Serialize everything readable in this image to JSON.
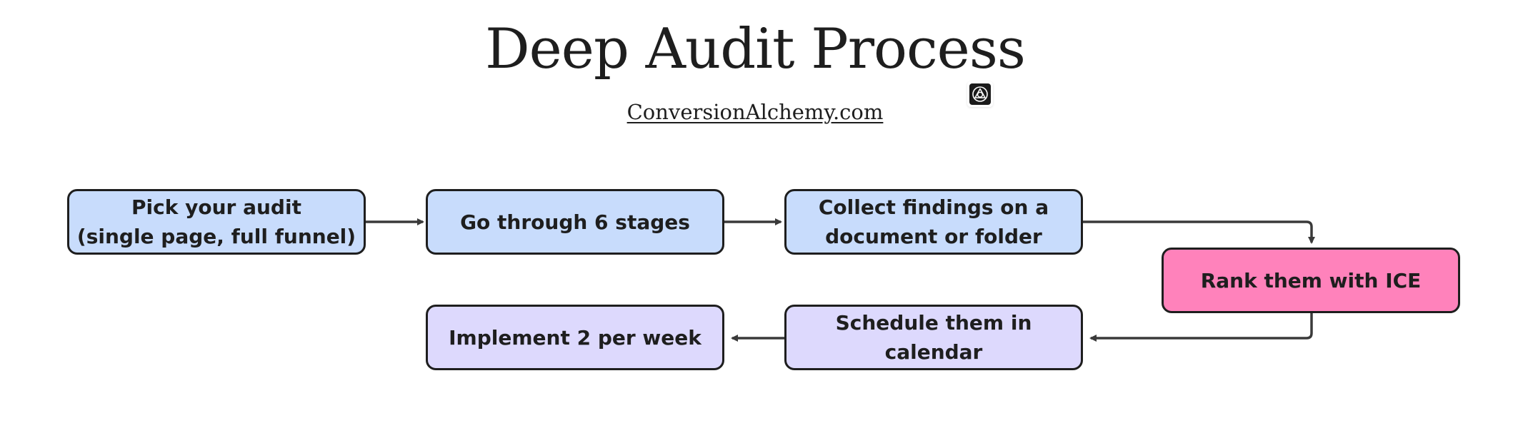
{
  "header": {
    "title": "Deep Audit Process",
    "subtitle": "ConversionAlchemy.com"
  },
  "colors": {
    "step_blue": "#c8dcfc",
    "step_pink": "#ff82bb",
    "step_lavender": "#ddd9fd",
    "stroke": "#1e1e1e",
    "connector": "#3a3a3a"
  },
  "icons": {
    "logo": "alchemy-triangle-icon"
  },
  "steps": [
    {
      "label": "Pick your audit\n(single page, full funnel)"
    },
    {
      "label": "Go through 6 stages"
    },
    {
      "label": "Collect findings on a\ndocument or folder"
    },
    {
      "label": "Rank them with ICE"
    },
    {
      "label": "Schedule them in\ncalendar"
    },
    {
      "label": "Implement 2 per week"
    }
  ]
}
